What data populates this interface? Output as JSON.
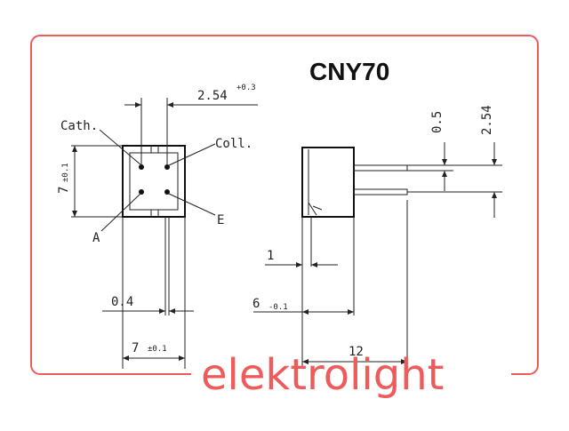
{
  "title": "CNY70",
  "brand": {
    "text": "elektrolight",
    "color": "#ee5b5b"
  },
  "frame_color": "#ee5b5b",
  "front_view": {
    "pin_pitch": "2.54",
    "pin_pitch_tol": "+0.3",
    "height": "7",
    "height_tol": "±0.1",
    "width": "7",
    "width_tol": "±0.1",
    "lead": "0.4",
    "labels": {
      "cathode": "Cath.",
      "collector": "Coll.",
      "anode": "A",
      "emitter": "E"
    }
  },
  "side_view": {
    "lead_width": "0.5",
    "pin_spacing": "2.54",
    "offset": "1",
    "body_depth": "6",
    "body_depth_tol": "-0.1",
    "total_length": "12"
  }
}
